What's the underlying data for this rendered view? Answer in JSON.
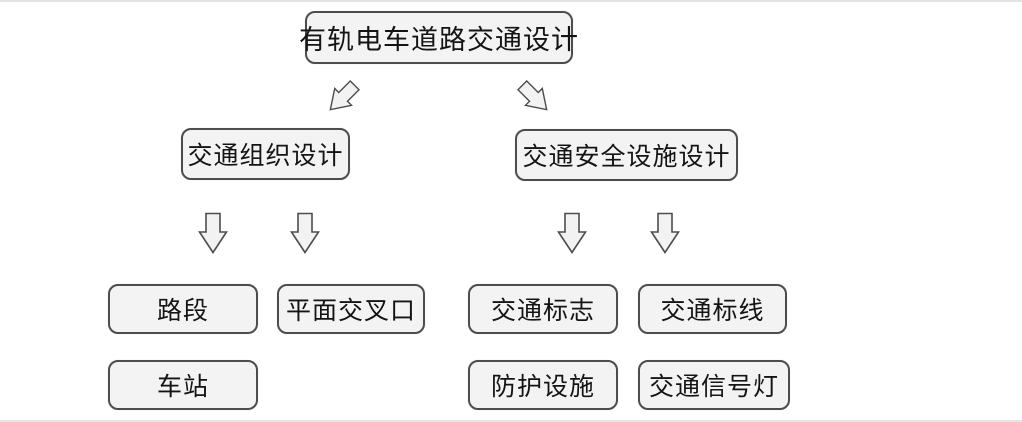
{
  "colors": {
    "page_bg": "#ffffff",
    "rule_color": "#e4e4e4",
    "box_fill": "#f3f3f3",
    "box_border": "#4d4d4d",
    "text_color": "#141414",
    "arrow_fill": "#f2f2f2",
    "arrow_stroke": "#4d4d4d"
  },
  "flowchart": {
    "root": {
      "label": "有轨电车道路交通设计"
    },
    "branches": [
      {
        "label": "交通组织设计",
        "children": [
          "路段",
          "平面交叉口",
          "车站"
        ]
      },
      {
        "label": "交通安全设施设计",
        "children": [
          "交通标志",
          "交通标线",
          "防护设施",
          "交通信号灯"
        ]
      }
    ],
    "arrows": [
      "arrow-down-left",
      "arrow-down-right",
      "arrow-down",
      "arrow-down",
      "arrow-down",
      "arrow-down"
    ]
  }
}
